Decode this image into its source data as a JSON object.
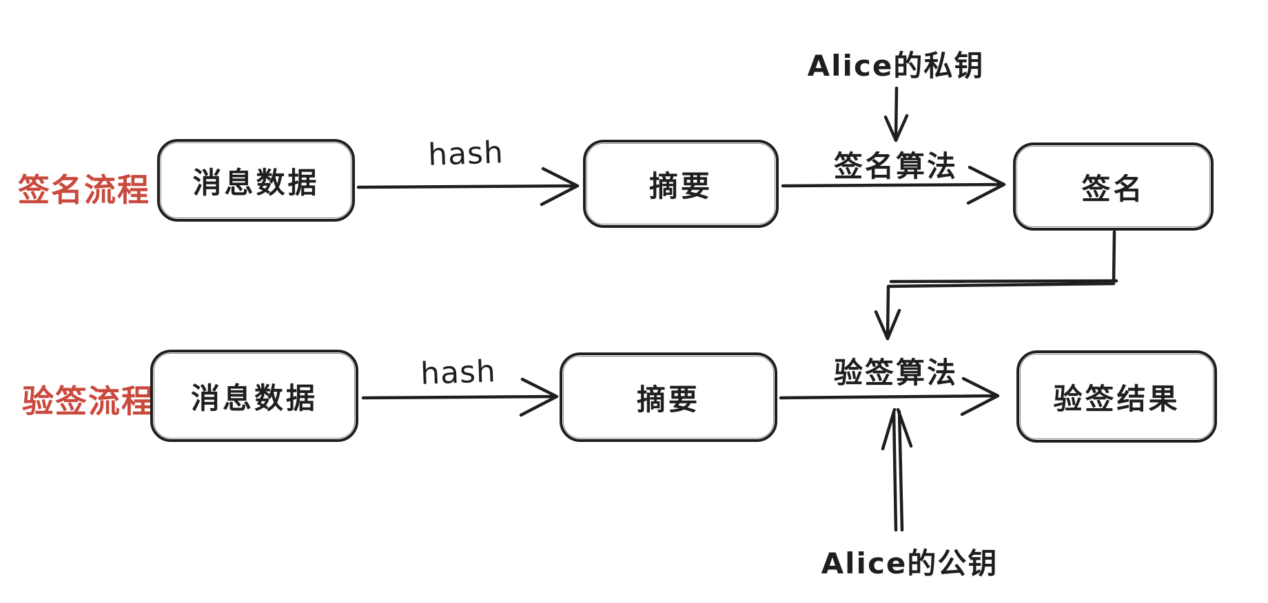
{
  "diagram": {
    "title_hint": "digital-signature-flow",
    "colors": {
      "stroke": "#1e1e1e",
      "flow_label_red": "#c9493d",
      "background": "#ffffff"
    },
    "sign_flow": {
      "row_label": "签名流程",
      "nodes": {
        "message": "消息数据",
        "digest": "摘要",
        "signature": "签名"
      },
      "edge_labels": {
        "hash": "hash",
        "algorithm": "签名算法"
      },
      "key_label": "Alice的私钥"
    },
    "verify_flow": {
      "row_label": "验签流程",
      "nodes": {
        "message": "消息数据",
        "digest": "摘要",
        "result": "验签结果"
      },
      "edge_labels": {
        "hash": "hash",
        "algorithm": "验签算法"
      },
      "key_label": "Alice的公钥"
    },
    "edges": [
      {
        "from": "sign.message",
        "to": "sign.digest",
        "label": "hash"
      },
      {
        "from": "sign.digest",
        "to": "sign.signature",
        "label": "签名算法"
      },
      {
        "from": "Alice的私钥",
        "to": "签名算法",
        "label": ""
      },
      {
        "from": "sign.signature",
        "to": "验签算法",
        "label": ""
      },
      {
        "from": "verify.message",
        "to": "verify.digest",
        "label": "hash"
      },
      {
        "from": "verify.digest",
        "to": "verify.result",
        "label": "验签算法"
      },
      {
        "from": "Alice的公钥",
        "to": "验签算法",
        "label": ""
      }
    ]
  }
}
